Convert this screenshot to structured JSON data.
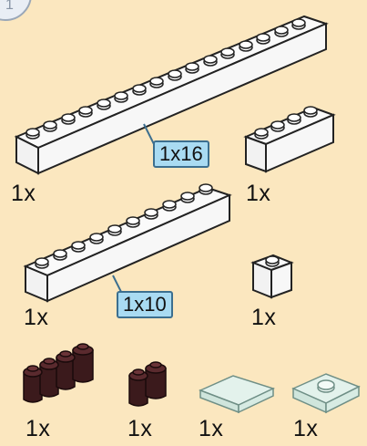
{
  "page": {
    "step_badge": "1"
  },
  "parts": [
    {
      "id": "brick-1x16",
      "size_label": "1x16",
      "qty": "1x",
      "color": "white"
    },
    {
      "id": "brick-1x4",
      "qty": "1x",
      "color": "white"
    },
    {
      "id": "brick-1x10",
      "size_label": "1x10",
      "qty": "1x",
      "color": "white"
    },
    {
      "id": "brick-1x1",
      "qty": "1x",
      "color": "white"
    },
    {
      "id": "round-brick-1x4",
      "qty": "1x",
      "color": "dark-brown"
    },
    {
      "id": "round-brick-1x2",
      "qty": "1x",
      "color": "dark-brown"
    },
    {
      "id": "tile-2x2",
      "qty": "1x",
      "color": "trans-clear"
    },
    {
      "id": "plate-2x2-jumper",
      "qty": "1x",
      "color": "trans-clear"
    }
  ],
  "colors": {
    "background": "#fbe7bf",
    "white_brick": "#fafafa",
    "brick_outline": "#222222",
    "dark_brown": "#3b1a1c",
    "trans_clear": "#d8ece4",
    "callout_fill": "#a9dbf2",
    "callout_border": "#3c6f8f"
  }
}
